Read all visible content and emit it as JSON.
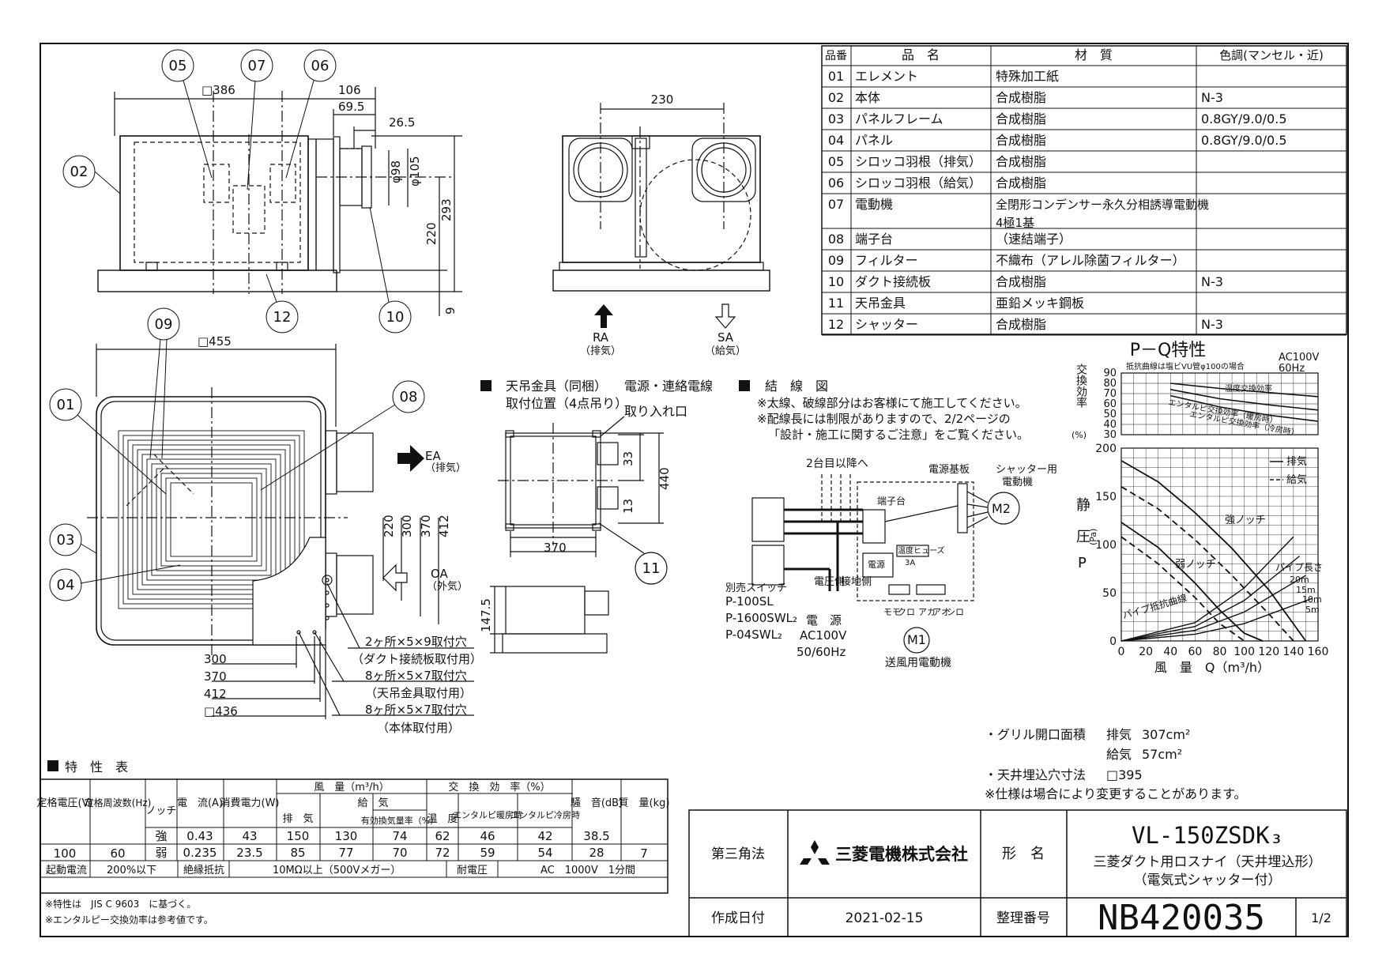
{
  "parts_table": {
    "headers": [
      "品番",
      "品　名",
      "材　質",
      "色調(マンセル・近)"
    ],
    "rows": [
      [
        "01",
        "エレメント",
        "特殊加工紙",
        ""
      ],
      [
        "02",
        "本体",
        "合成樹脂",
        "N-3"
      ],
      [
        "03",
        "パネルフレーム",
        "合成樹脂",
        "0.8GY/9.0/0.5"
      ],
      [
        "04",
        "パネル",
        "合成樹脂",
        "0.8GY/9.0/0.5"
      ],
      [
        "05",
        "シロッコ羽根（排気）",
        "合成樹脂",
        ""
      ],
      [
        "06",
        "シロッコ羽根（給気）",
        "合成樹脂",
        ""
      ],
      [
        "07",
        "電動機",
        "全閉形コンデンサー永久分相誘導電動機",
        ""
      ],
      [
        "08",
        "端子台",
        "（速結端子）",
        ""
      ],
      [
        "09",
        "フィルター",
        "不織布（アレル除菌フィルター）",
        ""
      ],
      [
        "10",
        "ダクト接続板",
        "合成樹脂",
        "N-3"
      ],
      [
        "11",
        "天吊金具",
        "亜鉛メッキ鋼板",
        ""
      ],
      [
        "12",
        "シャッター",
        "合成樹脂",
        "N-3"
      ]
    ],
    "row07_material_line2": "4極1基"
  },
  "front_view": {
    "dims": [
      "□386",
      "106",
      "69.5",
      "26.5",
      "φ98",
      "φ105",
      "220",
      "293",
      "9"
    ],
    "callouts": [
      "05",
      "07",
      "06",
      "02",
      "12",
      "10"
    ]
  },
  "side_view": {
    "dims": [
      "230"
    ],
    "ra_label": "RA",
    "ra_sub": "（排気）",
    "sa_label": "SA",
    "sa_sub": "（給気）"
  },
  "plan_view": {
    "dims": [
      "□455",
      "220",
      "300",
      "370",
      "412",
      "300",
      "370",
      "412",
      "□436"
    ],
    "callouts": [
      "09",
      "01",
      "08",
      "03",
      "04"
    ],
    "ea_label": "EA",
    "ea_sub": "（排気）",
    "oa_label": "OA",
    "oa_sub": "（外気）",
    "notes": [
      "2ヶ所×5×9取付穴",
      "（ダクト接続板取付用）",
      "8ヶ所×5×7取付穴",
      "（天吊金具取付用）",
      "8ヶ所×5×7取付穴",
      "（本体取付用）"
    ]
  },
  "hanger": {
    "title": "天吊金具（同梱）",
    "subtitle": "取付位置（4点吊り）",
    "cable_label_1": "電源・連絡電線",
    "cable_label_2": "取り入れ口",
    "dims": [
      "33",
      "440",
      "13",
      "370",
      "147.5"
    ],
    "callout": "11"
  },
  "wiring": {
    "title": "結　線　図",
    "notes": [
      "※太線、破線部分はお客様にて施工してください。",
      "※配線長には制限がありますので、2/2ページの",
      "「設計・施工に関するご注意」をご覧ください。"
    ],
    "labels": {
      "second": "2台目以降へ",
      "board": "電源基板",
      "shutter_motor_1": "シャッター用",
      "shutter_motor_2": "電動機",
      "terminal": "端子台",
      "m2": "M2",
      "m1": "M1",
      "switch_label": "別売スイッチ",
      "switches": [
        "P-100SL",
        "P-1600SWL₂",
        "P-04SWL₂"
      ],
      "voltage_side": "電圧側",
      "ground_side": "接地側",
      "power": "電　源",
      "ac": "AC100V",
      "hz": "50/60Hz",
      "fan_motor": "送風用電動機",
      "fuse": "温度ヒューズ",
      "fuse_a": "3A",
      "power_box": "電源",
      "wire_colors": [
        "モモ",
        "クロ",
        "アカ",
        "アオ",
        "シロ"
      ]
    }
  },
  "pq_chart_meta": {
    "title": "P－Q特性",
    "ac": "AC100V",
    "hz": "60Hz",
    "resistance_note": "抵抗曲線は塩ビVU管φ100の場合",
    "eff_ylabel": "交換効率",
    "eff_unit": "(%)",
    "p_ylabel_1": "静",
    "p_ylabel_2": "圧",
    "p_unit": "(Pa)",
    "p_letter": "P",
    "xlabel": "風　量　Q（m³/h）",
    "legend_exhaust": "排気",
    "legend_supply": "給気",
    "curve_labels": [
      "温度交換効率",
      "エンタルピ交換効率（暖房時）",
      "エンタルピ交換効率（冷房時）",
      "強ノッチ",
      "弱ノッチ",
      "パイプ抵抗曲線",
      "パイプ長さ",
      "20m",
      "15m",
      "10m",
      "5m"
    ]
  },
  "chart_data": [
    {
      "type": "line",
      "title": "",
      "xlabel": "",
      "ylabel": "交換効率",
      "xlim": [
        0,
        160
      ],
      "ylim": [
        30,
        90
      ],
      "y_ticks": [
        30,
        40,
        50,
        60,
        70,
        80,
        90
      ],
      "series": [
        {
          "name": "温度交換効率",
          "x": [
            40,
            80,
            120,
            160
          ],
          "y": [
            80,
            75,
            71,
            67
          ]
        },
        {
          "name": "エンタルピ交換効率（暖房時）",
          "x": [
            40,
            80,
            120,
            160
          ],
          "y": [
            74,
            65,
            59,
            54
          ]
        },
        {
          "name": "エンタルピ交換効率（冷房時）",
          "x": [
            40,
            80,
            120,
            160
          ],
          "y": [
            68,
            57,
            49,
            43
          ]
        }
      ]
    },
    {
      "type": "line",
      "title": "",
      "xlabel": "風　量　Q（m³/h）",
      "ylabel": "静圧",
      "xlim": [
        0,
        160
      ],
      "ylim": [
        0,
        200
      ],
      "x_ticks": [
        0,
        20,
        40,
        60,
        80,
        100,
        120,
        140,
        160
      ],
      "y_ticks": [
        0,
        50,
        100,
        150,
        200
      ],
      "series": [
        {
          "name": "強ノッチ",
          "x": [
            0,
            30,
            60,
            90,
            120,
            150
          ],
          "y": [
            187,
            165,
            133,
            96,
            53,
            0
          ]
        },
        {
          "name": "強ノッチ（給気）",
          "x": [
            0,
            30,
            60,
            90,
            120,
            140
          ],
          "y": [
            160,
            137,
            105,
            68,
            28,
            0
          ]
        },
        {
          "name": "弱ノッチ",
          "x": [
            0,
            30,
            60,
            80,
            100,
            115
          ],
          "y": [
            123,
            97,
            60,
            32,
            8,
            0
          ]
        },
        {
          "name": "弱ノッチ（給気）",
          "x": [
            0,
            30,
            60,
            80,
            100
          ],
          "y": [
            108,
            80,
            45,
            18,
            0
          ]
        },
        {
          "name": "20m",
          "x": [
            0,
            60,
            100,
            140
          ],
          "y": [
            0,
            19,
            55,
            108
          ]
        },
        {
          "name": "15m",
          "x": [
            0,
            60,
            100,
            145
          ],
          "y": [
            0,
            15,
            42,
            88
          ]
        },
        {
          "name": "10m",
          "x": [
            0,
            60,
            100,
            150
          ],
          "y": [
            0,
            11,
            30,
            68
          ]
        },
        {
          "name": "5m",
          "x": [
            0,
            60,
            100,
            155
          ],
          "y": [
            0,
            7,
            18,
            44
          ]
        }
      ]
    }
  ],
  "grill": {
    "l1_label": "・グリル開口面積",
    "l1_kind": "排気",
    "l1_value": "307cm²",
    "l2_kind": "給気",
    "l2_value": "57cm²",
    "l3_label": "・天井埋込穴寸法",
    "l3_value": "□395",
    "l4": "※仕様は場合により変更することがあります。"
  },
  "spec_table": {
    "title": "特　性　表",
    "h_voltage": "定格電圧(V)",
    "h_freq": "定格周波数(Hz)",
    "h_notch": "ノッチ",
    "h_current": "電　流(A)",
    "h_power": "消費電力(W)",
    "h_flow": "風　量（m³/h）",
    "h_exhaust": "排　気",
    "h_supply": "給　気",
    "h_effective": "有効換気量率（%）",
    "h_exchange": "交　換　効　率（%）",
    "h_temp": "温　度",
    "h_enth_heat": "エンタルピ暖房時",
    "h_enth_cool": "エンタルピ冷房時",
    "h_noise": "騒　音(dB)",
    "h_mass": "質　量(kg)",
    "voltage": "100",
    "freq": "60",
    "mass": "7",
    "rows": [
      [
        "強",
        "0.43",
        "43",
        "150",
        "130",
        "74",
        "62",
        "46",
        "42",
        "38.5"
      ],
      [
        "弱",
        "0.235",
        "23.5",
        "85",
        "77",
        "70",
        "72",
        "59",
        "54",
        "28"
      ]
    ],
    "start_label": "起動電流",
    "start_value": "200%以下",
    "insulation_label": "絶縁抵抗",
    "insulation_value": "10MΩ以上（500Vメガー）",
    "withstand_label": "耐電圧",
    "withstand_value": "AC　1000V　1分間",
    "note1": "※特性は　JIS C 9603　に基づく。",
    "note2": "※エンタルピー交換効率は参考値です。"
  },
  "title_block": {
    "projection": "第三角法",
    "company": "三菱電機株式会社",
    "model_label": "形　名",
    "model": "VL-150ZSDK₃",
    "desc1": "三菱ダクト用ロスナイ（天井埋込形）",
    "desc2": "（電気式シャッター付）",
    "date_label": "作成日付",
    "date": "2021-02-15",
    "ref_label": "整理番号",
    "ref": "NB420035",
    "page": "1/2"
  }
}
